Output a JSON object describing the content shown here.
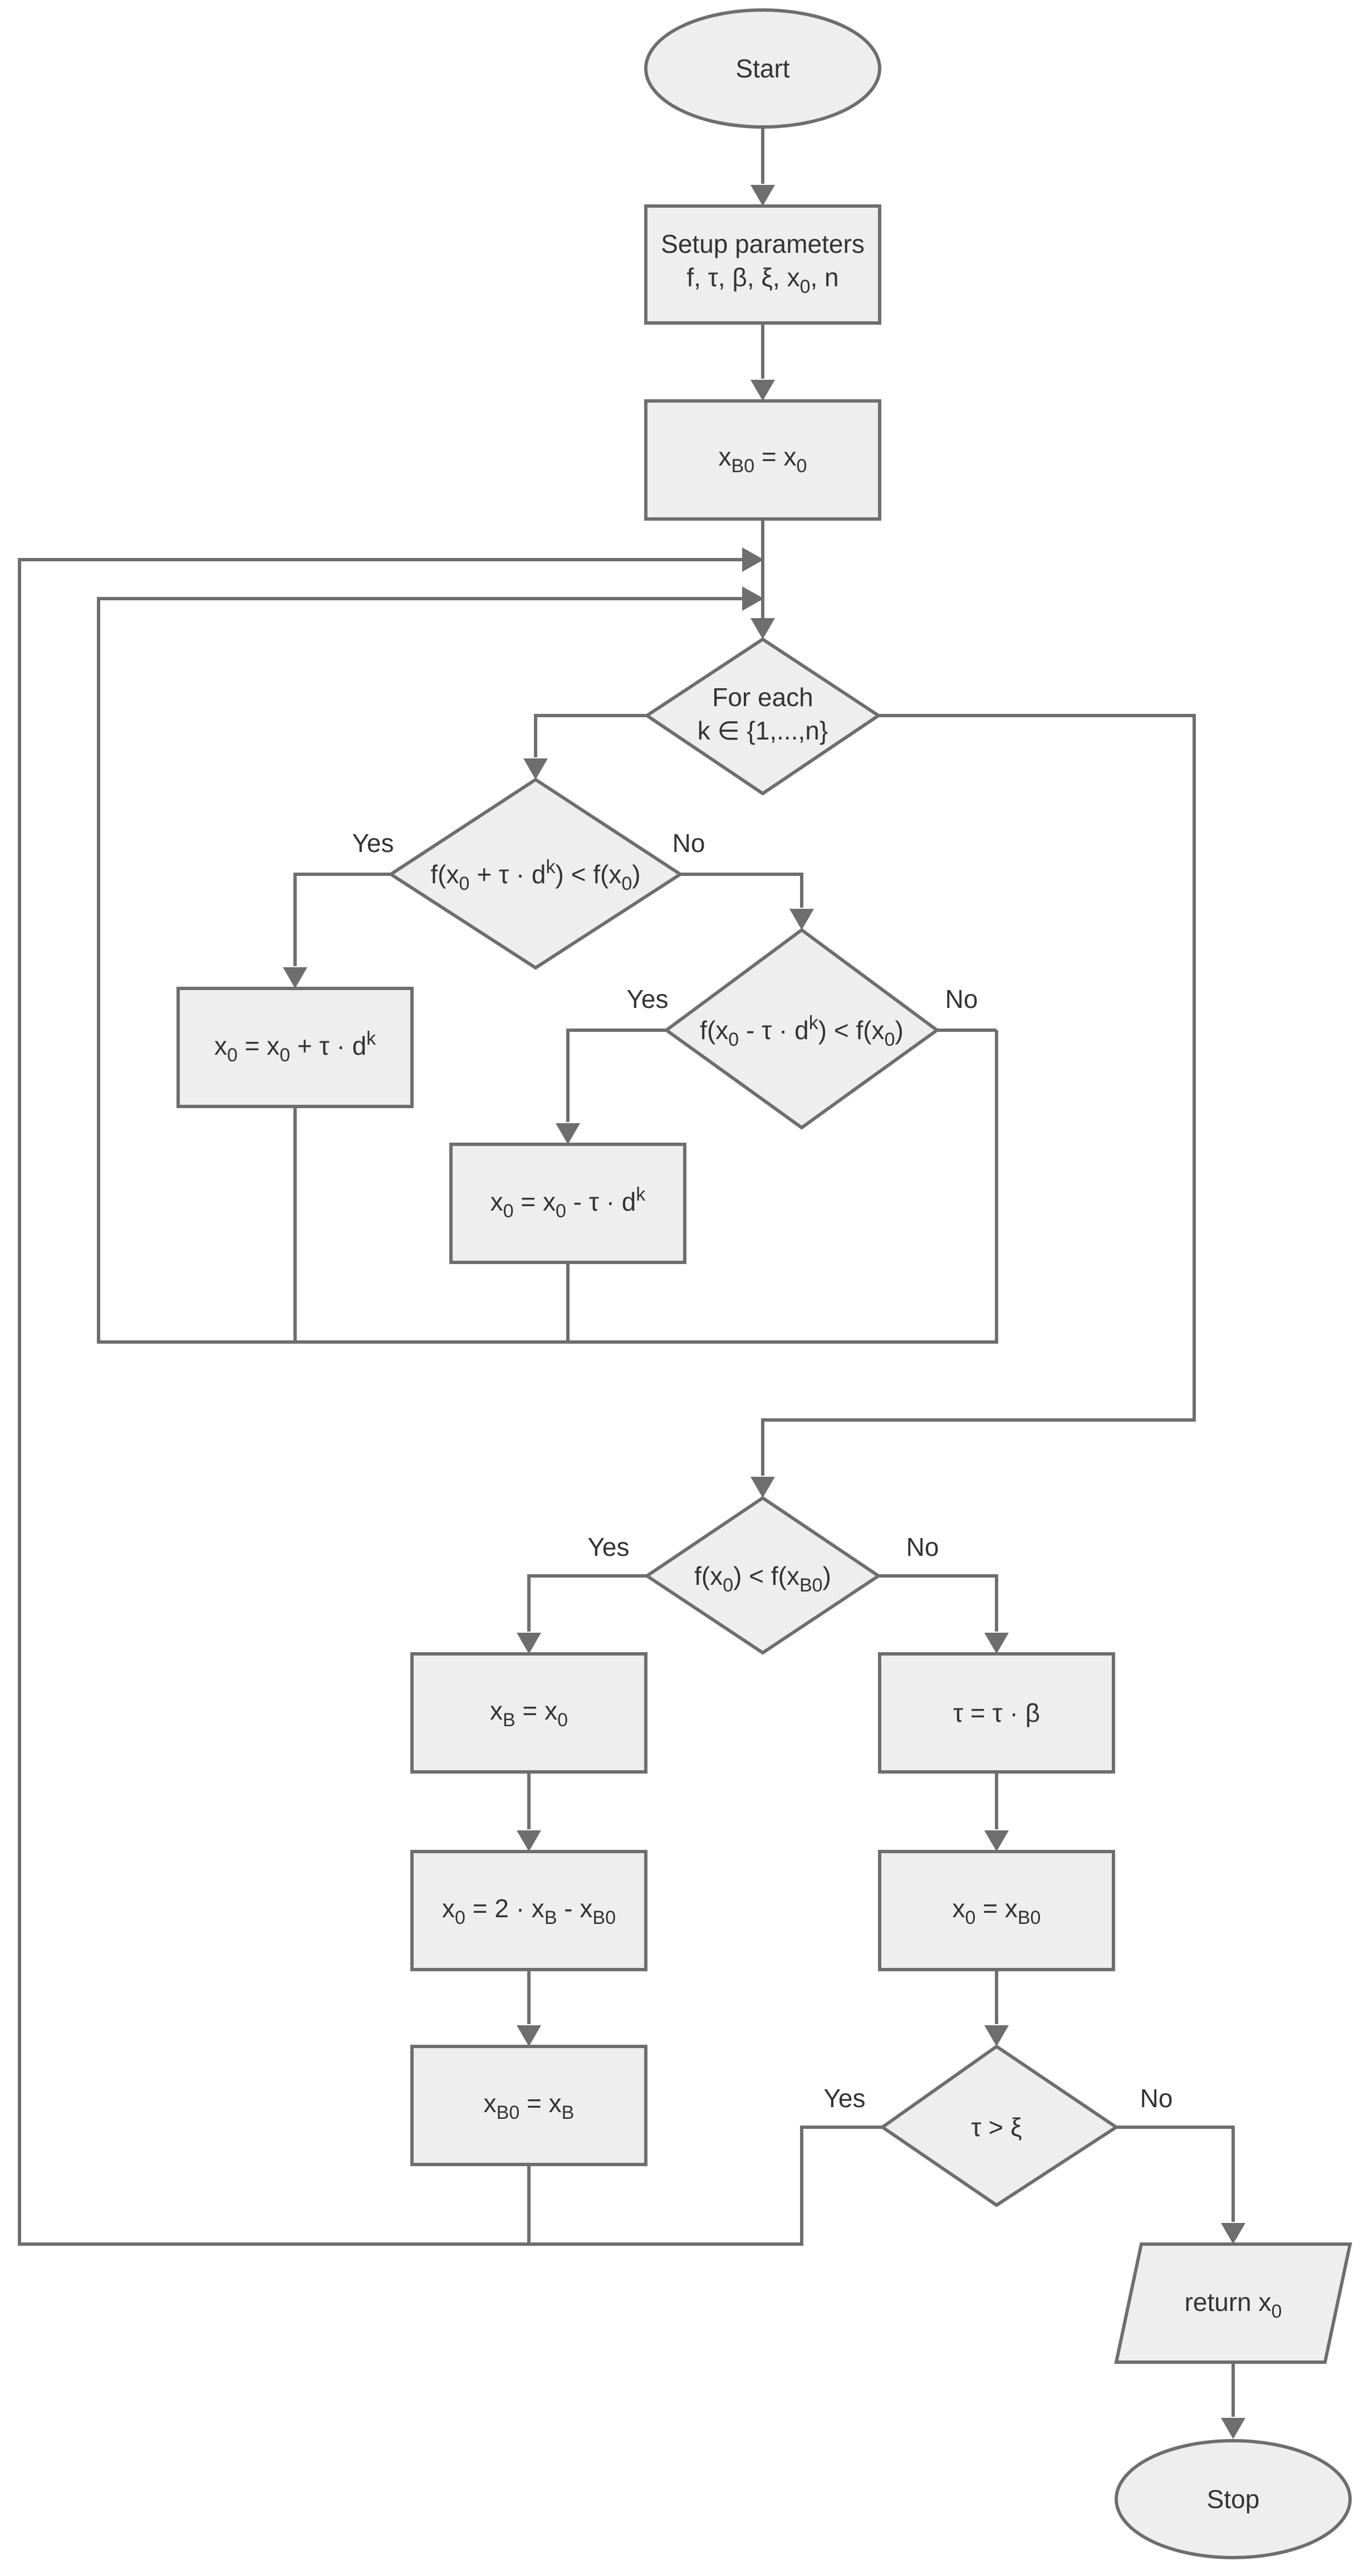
{
  "nodes": {
    "start": {
      "text": "Start"
    },
    "setup": {
      "line1": "Setup parameters",
      "line2_a": "f, τ, β, ξ, x",
      "line2_sub": "0",
      "line2_b": ", n"
    },
    "init": {
      "a": "x",
      "a_sub": "B0",
      "b": " = x",
      "b_sub": "0"
    },
    "foreach": {
      "line1": "For each",
      "line2": "k ∈ {1,...,n}"
    },
    "test_plus": {
      "a": "f(x",
      "a_sub": "0",
      "b": " + τ · d",
      "b_sup": "k",
      "c": ") < f(x",
      "c_sub": "0",
      "d": ")"
    },
    "assign_plus": {
      "a": "x",
      "a_sub": "0",
      "b": " = x",
      "b_sub": "0",
      "c": " + τ · d",
      "c_sup": "k"
    },
    "test_minus": {
      "a": "f(x",
      "a_sub": "0",
      "b": " - τ · d",
      "b_sup": "k",
      "c": ") < f(x",
      "c_sub": "0",
      "d": ")"
    },
    "assign_minus": {
      "a": "x",
      "a_sub": "0",
      "b": " = x",
      "b_sub": "0",
      "c": " - τ · d",
      "c_sup": "k"
    },
    "compare": {
      "a": "f(x",
      "a_sub": "0",
      "b": ") < f(x",
      "b_sub": "B0",
      "c": ")"
    },
    "set_xb": {
      "a": "x",
      "a_sub": "B",
      "b": " = x",
      "b_sub": "0"
    },
    "reflect": {
      "a": "x",
      "a_sub": "0",
      "b": " = 2 · x",
      "b_sub": "B",
      "c": " - x",
      "c_sub": "B0"
    },
    "set_xb0": {
      "a": "x",
      "a_sub": "B0",
      "b": " = x",
      "b_sub": "B"
    },
    "shrink": {
      "text": "τ = τ · β"
    },
    "reset": {
      "a": "x",
      "a_sub": "0",
      "b": " = x",
      "b_sub": "B0"
    },
    "check": {
      "text": "τ > ξ"
    },
    "return": {
      "a": "return x",
      "a_sub": "0"
    },
    "stop": {
      "text": "Stop"
    }
  },
  "edge_labels": {
    "test_plus_yes": "Yes",
    "test_plus_no": "No",
    "test_minus_yes": "Yes",
    "test_minus_no": "No",
    "compare_yes": "Yes",
    "compare_no": "No",
    "check_yes": "Yes",
    "check_no": "No"
  },
  "colors": {
    "fill": "#eeeeee",
    "stroke": "#6e6e6e",
    "text": "#333333"
  }
}
